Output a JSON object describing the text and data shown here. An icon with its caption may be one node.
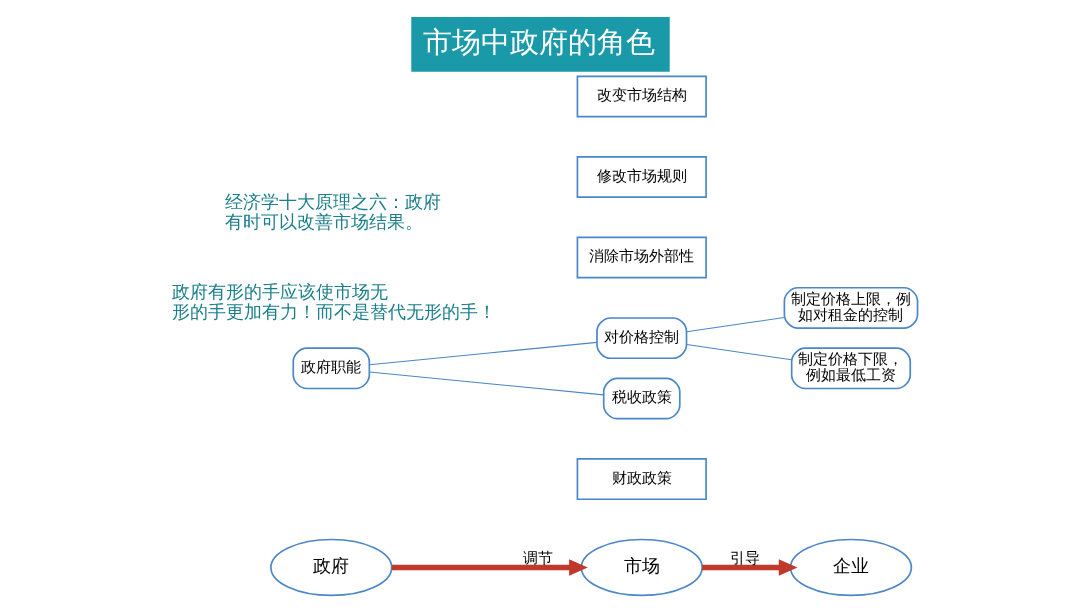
{
  "diagram": {
    "title": "市场中政府的角色",
    "nodes": [
      {
        "text": [
          "改变市场结构"
        ]
      },
      {
        "text": [
          "修改市场规则"
        ]
      },
      {
        "text": [
          "消除市场外部性"
        ]
      },
      {
        "text": [
          "制定价格上限，例如对租金的控制"
        ]
      },
      {
        "text": [
          "政府职能"
        ]
      },
      {
        "text": [
          "对价格控制"
        ]
      },
      {
        "text": [
          "制定价格下限，例如最低工资"
        ]
      },
      {
        "text": [
          "税收政策"
        ]
      },
      {
        "text": [
          "财政政策"
        ]
      },
      {
        "text": [
          "政府"
        ]
      },
      {
        "text": [
          "市场"
        ]
      },
      {
        "text": [
          "企业"
        ]
      }
    ],
    "edges": [
      {
        "from": 4,
        "to": 5,
        "arrow": "none"
      },
      {
        "from": 4,
        "to": 7,
        "arrow": "none"
      },
      {
        "from": 5,
        "to": 3,
        "arrow": "none"
      },
      {
        "from": 5,
        "to": 6,
        "arrow": "none"
      },
      {
        "from": 9,
        "to": 10,
        "arrow": "to",
        "label": "调节",
        "style": "thick",
        "color": "#c0392b"
      },
      {
        "from": 10,
        "to": 11,
        "arrow": "to",
        "label": "引导",
        "style": "thick",
        "color": "#c0392b"
      }
    ],
    "labels": [
      "经济学十大原理之六：政府有时可以改善市场结果。",
      "政府有形的手应该使市场无形的手更加有力！而不是替代无形的手！"
    ]
  }
}
